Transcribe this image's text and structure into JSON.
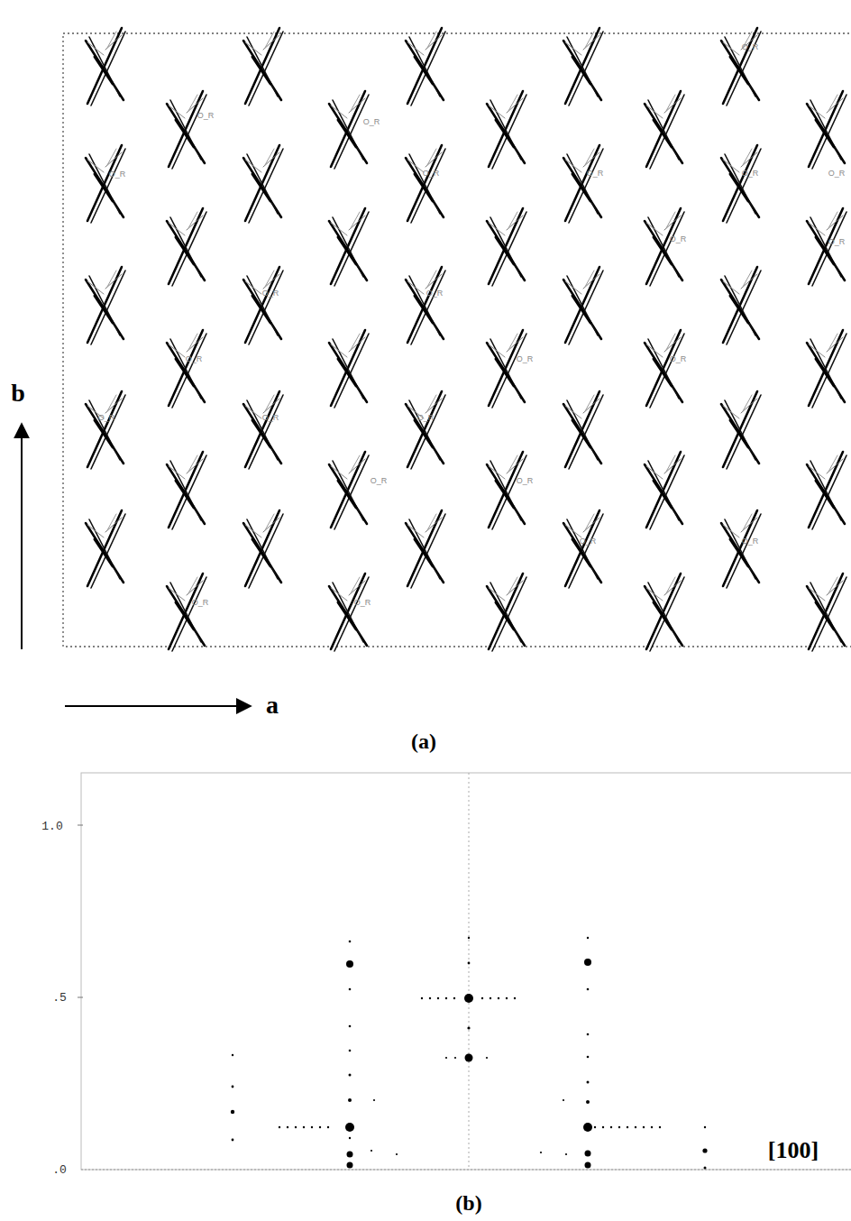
{
  "diagram": {
    "labels": [
      "b",
      "a",
      "(a)",
      "O_R",
      "O_R",
      "O_R",
      "O_R",
      "O_R",
      "O_R",
      "O_R",
      "O_R",
      "O_R",
      "O_R",
      "O_R",
      "O_R",
      "O_R",
      "O_R",
      "O_R",
      "O_R",
      "O_R",
      "O_R",
      "O_R",
      "O_R",
      "O_R",
      "O_R",
      "O_R",
      "O_R",
      "1.0",
      ".5",
      ".0",
      "[100]",
      "(b)"
    ]
  }
}
